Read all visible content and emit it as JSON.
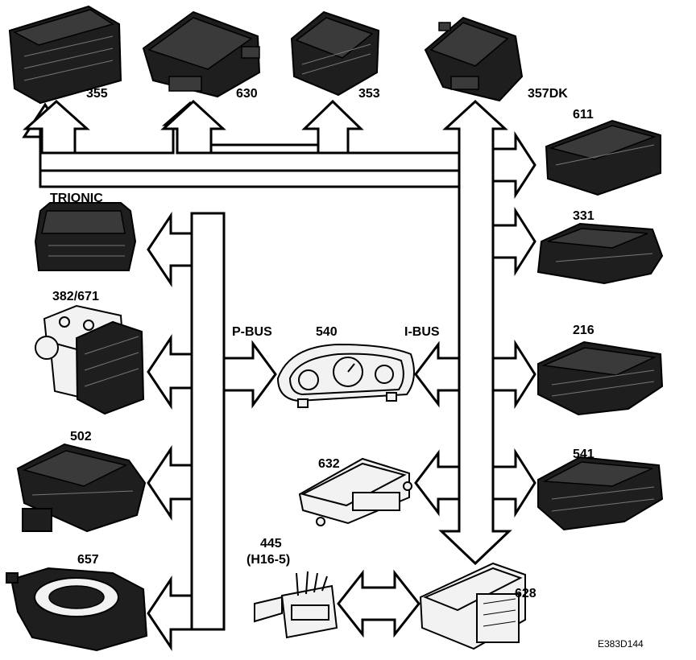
{
  "labels": {
    "m355": "355",
    "m630": "630",
    "m353": "353",
    "m357dk": "357DK",
    "m611": "611",
    "trionic": "TRIONIC",
    "m331": "331",
    "m382_671": "382/671",
    "p_bus": "P-BUS",
    "m540": "540",
    "i_bus": "I-BUS",
    "m216": "216",
    "m502": "502",
    "m632": "632",
    "m541": "541",
    "m445": "445",
    "m445_sub": "(H16-5)",
    "m657": "657",
    "m628": "628",
    "figure_code": "E383D144"
  },
  "icons": {
    "module_dark": "control-unit-dark-icon",
    "module_light": "control-unit-light-icon",
    "instrument_cluster": "instrument-cluster-icon",
    "abs_unit": "abs-hydraulic-unit-icon",
    "obd_connector": "diagnostic-connector-icon",
    "steering_sensor": "steering-angle-sensor-icon"
  }
}
